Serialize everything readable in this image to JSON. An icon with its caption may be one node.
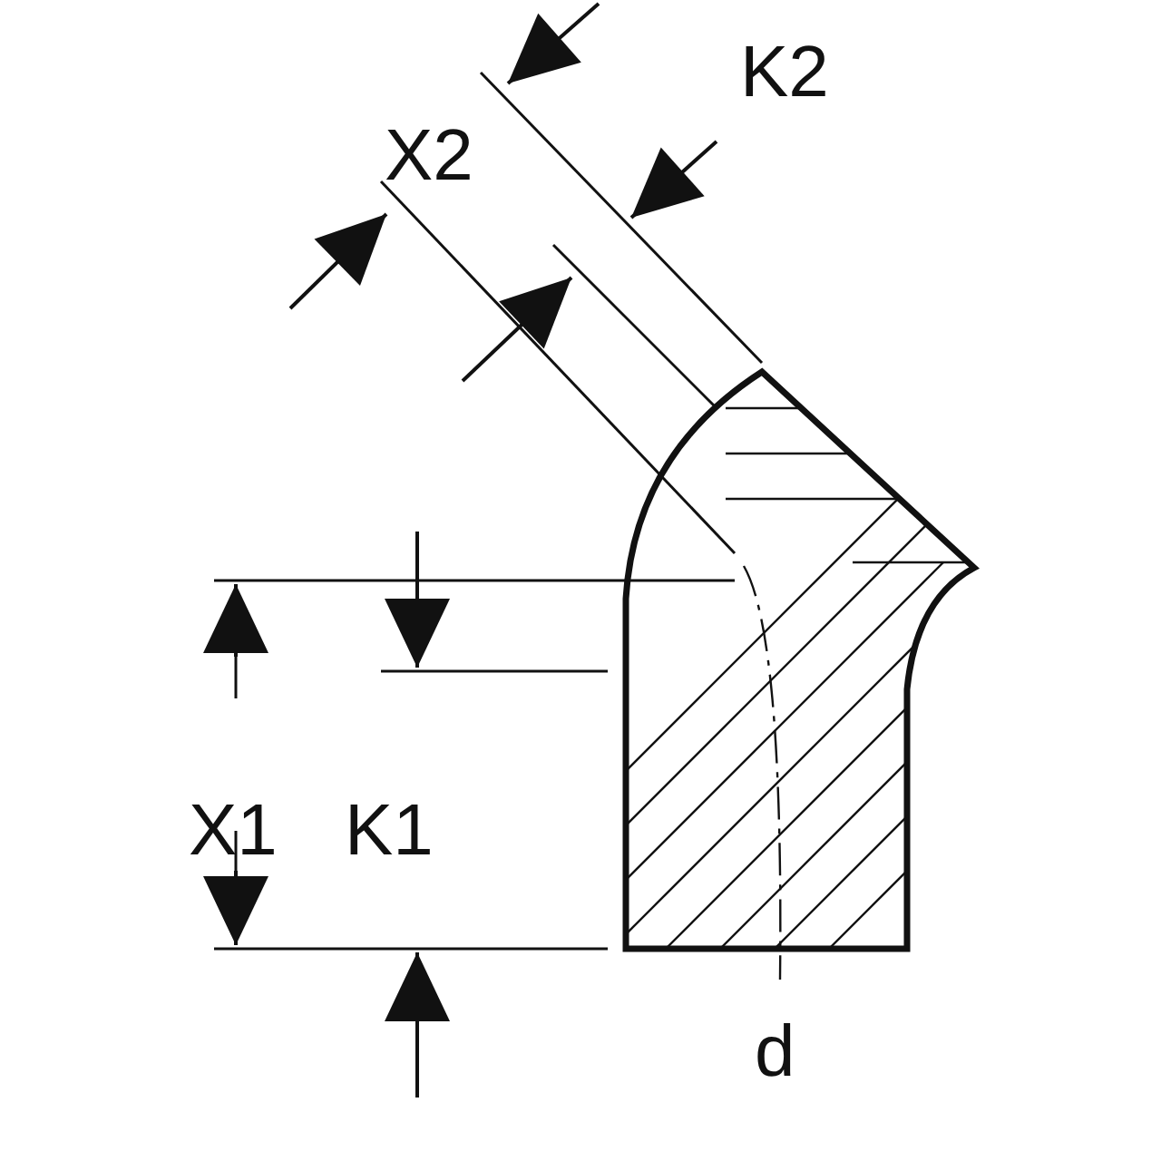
{
  "diagram": {
    "labels": [
      "K2",
      "X2",
      "X1",
      "K1",
      "d"
    ]
  }
}
